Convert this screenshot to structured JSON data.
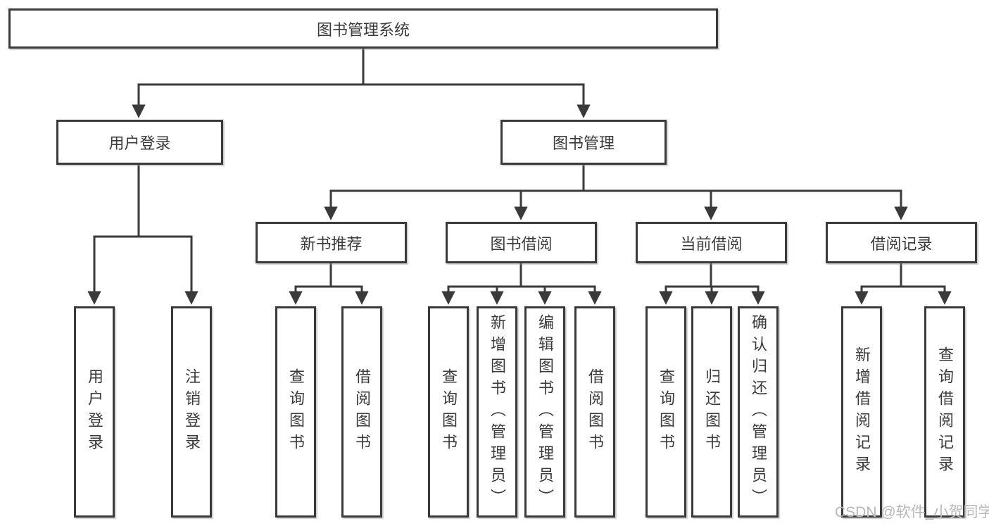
{
  "tree": {
    "label": "图书管理系统",
    "children": [
      {
        "label": "用户登录",
        "children": [
          {
            "label": "用户登录"
          },
          {
            "label": "注销登录"
          }
        ]
      },
      {
        "label": "图书管理",
        "children": [
          {
            "label": "新书推荐",
            "children": [
              {
                "label": "查询图书"
              },
              {
                "label": "借阅图书"
              }
            ]
          },
          {
            "label": "图书借阅",
            "children": [
              {
                "label": "查询图书"
              },
              {
                "label": "新增图书（管理员）"
              },
              {
                "label": "编辑图书（管理员）"
              },
              {
                "label": "借阅图书"
              }
            ]
          },
          {
            "label": "当前借阅",
            "children": [
              {
                "label": "查询图书"
              },
              {
                "label": "归还图书"
              },
              {
                "label": "确认归还（管理员）"
              }
            ]
          },
          {
            "label": "借阅记录",
            "children": [
              {
                "label": "新增借阅记录"
              },
              {
                "label": "查询借阅记录"
              }
            ]
          }
        ]
      }
    ]
  },
  "watermark": {
    "text": "CSDN @软件_小贺同学"
  },
  "colors": {
    "line": "#3a3a3a",
    "node_border": "#3a3a3a",
    "node_text": "#3a3a3a",
    "background": "#ffffff",
    "watermark": "#b8b8b8"
  }
}
